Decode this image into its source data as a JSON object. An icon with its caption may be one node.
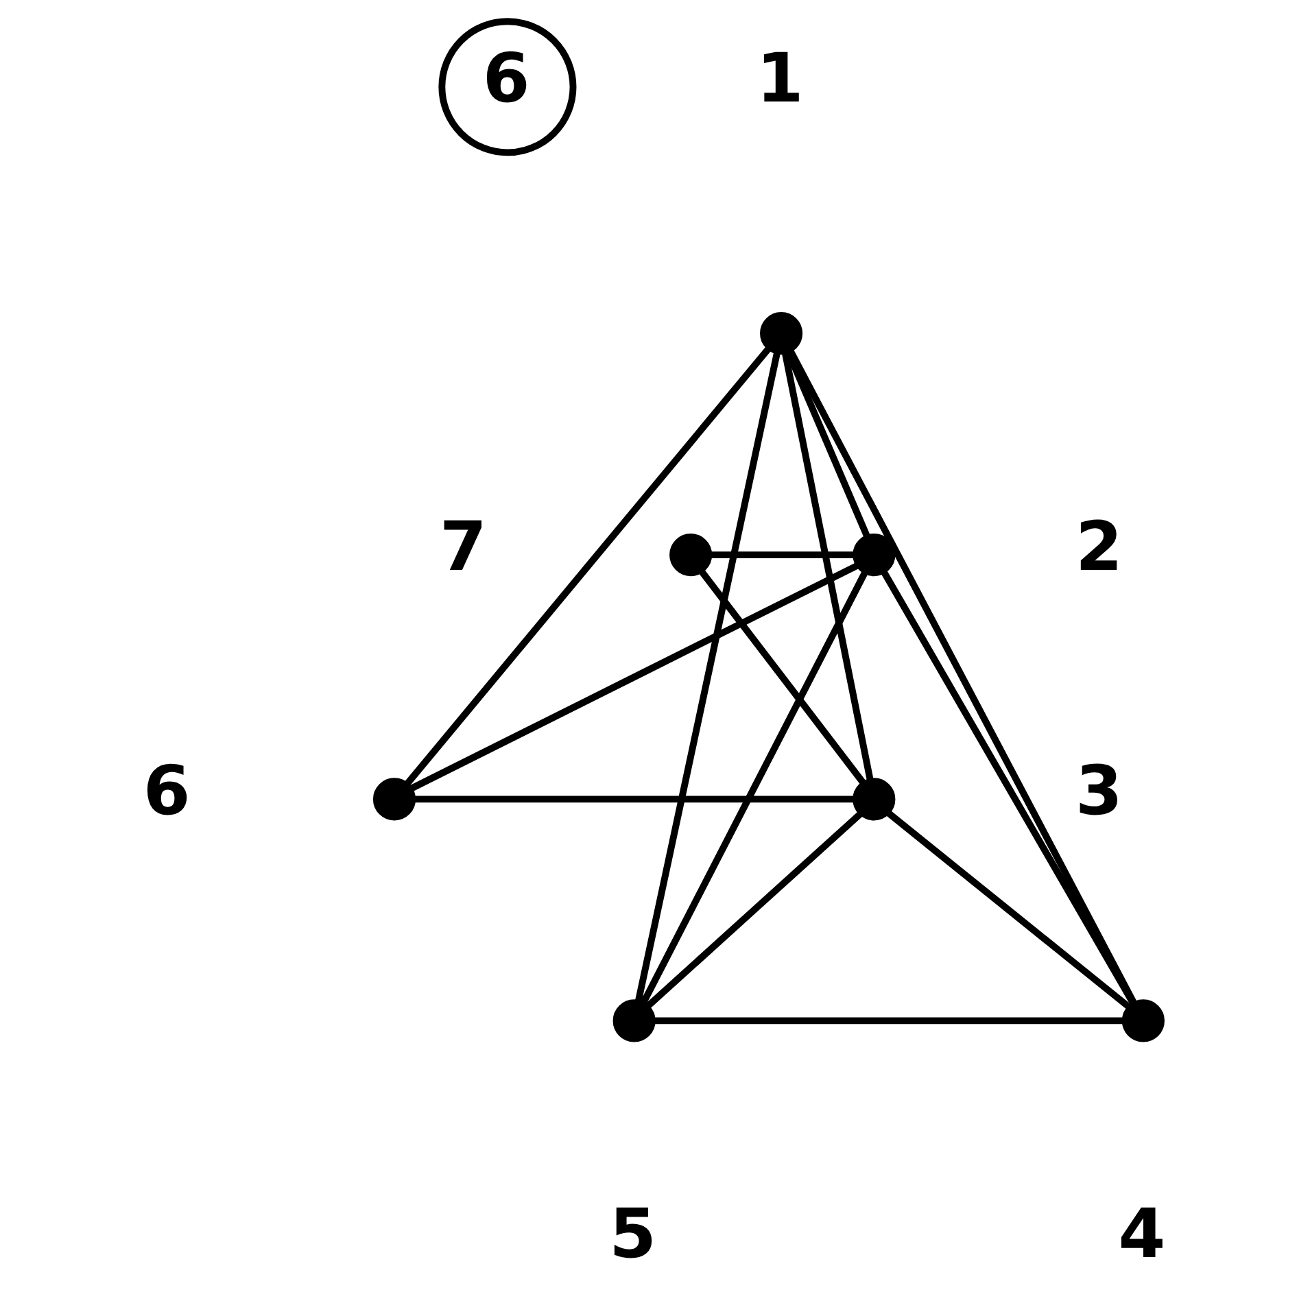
{
  "diagram": {
    "nodes": [
      {
        "text": [
          "6"
        ]
      },
      {
        "text": [],
        "shape": "circle",
        "beside": [
          "1"
        ]
      },
      {
        "text": [],
        "shape": "circle",
        "beside": [
          "2"
        ]
      },
      {
        "text": [],
        "shape": "circle",
        "beside": [
          "3"
        ]
      },
      {
        "text": [],
        "shape": "circle",
        "beside": [
          "4"
        ]
      },
      {
        "text": [],
        "shape": "circle",
        "beside": [
          "5"
        ]
      },
      {
        "text": [],
        "shape": "circle",
        "beside": [
          "6"
        ]
      },
      {
        "text": [],
        "shape": "circle",
        "beside": [
          "7"
        ]
      }
    ],
    "edges": [
      {
        "from": 1,
        "to": 2,
        "arrow": "none"
      },
      {
        "from": 1,
        "to": 6,
        "arrow": "none"
      },
      {
        "from": 1,
        "to": 5,
        "arrow": "none"
      },
      {
        "from": 1,
        "to": 4,
        "arrow": "none"
      },
      {
        "from": 1,
        "to": 3,
        "arrow": "none"
      },
      {
        "from": 7,
        "to": 2,
        "arrow": "none"
      },
      {
        "from": 7,
        "to": 3,
        "arrow": "none"
      },
      {
        "from": 2,
        "to": 6,
        "arrow": "none"
      },
      {
        "from": 2,
        "to": 5,
        "arrow": "none"
      },
      {
        "from": 2,
        "to": 4,
        "arrow": "none"
      },
      {
        "from": 6,
        "to": 3,
        "arrow": "none"
      },
      {
        "from": 3,
        "to": 5,
        "arrow": "none"
      },
      {
        "from": 3,
        "to": 4,
        "arrow": "none"
      },
      {
        "from": 5,
        "to": 4,
        "arrow": "none"
      }
    ]
  }
}
